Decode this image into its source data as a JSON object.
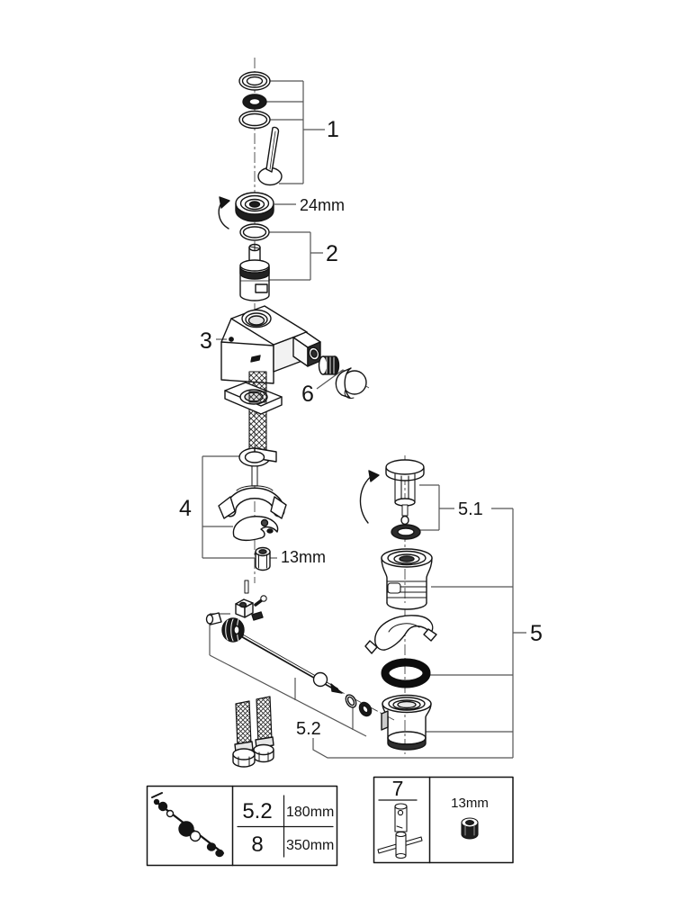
{
  "colors": {
    "line": "#141414",
    "callout_line": "#555555",
    "centerline": "#444444",
    "background": "#ffffff"
  },
  "callouts": {
    "c1": "1",
    "c2": "2",
    "c3": "3",
    "c4": "4",
    "c5": "5",
    "c5_1": "5.1",
    "c5_2": "5.2",
    "c6": "6"
  },
  "dimensions": {
    "cap_nut": "24mm",
    "mounting_nut": "13mm"
  },
  "hose_length_table": {
    "rows": [
      {
        "callout": "5.2",
        "length": "180mm"
      },
      {
        "callout": "8",
        "length": "350mm"
      }
    ]
  },
  "tool_panel": {
    "callout": "7",
    "nut_size": "13mm"
  }
}
